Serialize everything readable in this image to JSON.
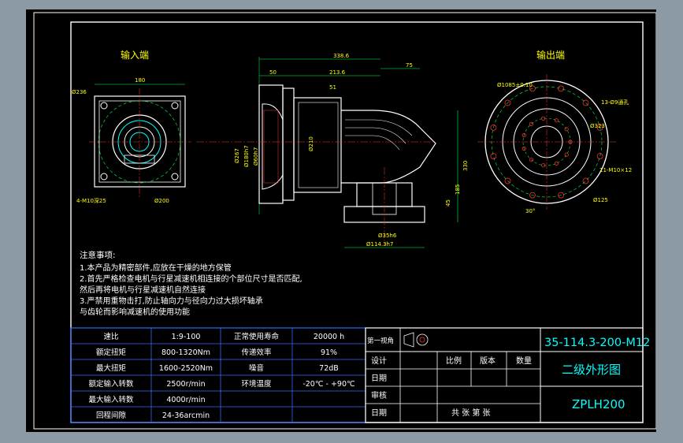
{
  "colors": {
    "background": "#000000",
    "frame": "#ffffff",
    "outline": "#ffffff",
    "dimension": "#00ff44",
    "note": "#ffff00",
    "title_text": "#00ffff",
    "grid": "#2f6bff",
    "center": "#ff3030"
  },
  "views": {
    "input_title": "输入端",
    "output_title": "输出端",
    "input_dims": {
      "width": "180",
      "d1": "Ø236",
      "holes": "4-M10深25",
      "d2": "Ø200"
    },
    "side_dims": {
      "total": "338.6",
      "d1": "213.6",
      "d2": "50",
      "d3": "51",
      "d4": "75",
      "d5": "Ø267",
      "d6": "Ø180h7",
      "d7": "Ø60h7",
      "d8": "Ø210",
      "h1": "330",
      "h2": "185",
      "h3": "45",
      "b1": "Ø35h6",
      "b2": "Ø114.3h7"
    },
    "output_dims": {
      "bolt_circle": "Ø1085±0.10",
      "holes1": "13-Ø9通孔",
      "d1": "Ø323",
      "holes2": "11-M10×12",
      "d2": "Ø125",
      "angle": "30°"
    }
  },
  "notes": {
    "heading": "注意事项:",
    "lines": [
      "1.本产品为精密部件,应放在干燥的地方保管",
      "2.首先严格检查电机与行星减速机相连接的个部位尺寸是否匹配,",
      "然后再将电机与行星减速机自然连接",
      "3.严禁用重物击打,防止轴向力与径向力过大损坏轴承",
      "与齿轮而影响减速机的使用功能"
    ]
  },
  "spec_table": {
    "rows": [
      [
        "速比",
        "1:9-100",
        "正常使用寿命",
        "20000 h"
      ],
      [
        "额定扭矩",
        "800-1320Nm",
        "传递效率",
        "91%"
      ],
      [
        "最大扭矩",
        "1600-2520Nm",
        "噪音",
        "72dB"
      ],
      [
        "额定输入转数",
        "2500r/min",
        "环境温度",
        "-20℃ - +90℃"
      ],
      [
        "最大输入转数",
        "4000r/min",
        "",
        ""
      ],
      [
        "回程间隙",
        "24-36arcmin",
        "",
        ""
      ]
    ]
  },
  "title_block": {
    "projection": "第一视角",
    "design": "设计",
    "date1": "日期",
    "check": "审核",
    "date2": "日期",
    "scale": "比例",
    "version": "版本",
    "quantity": "数量",
    "sheets": "共    张    第    张",
    "part_no": "35-114.3-200-M12",
    "title": "二级外形图",
    "model": "ZPLH200"
  }
}
